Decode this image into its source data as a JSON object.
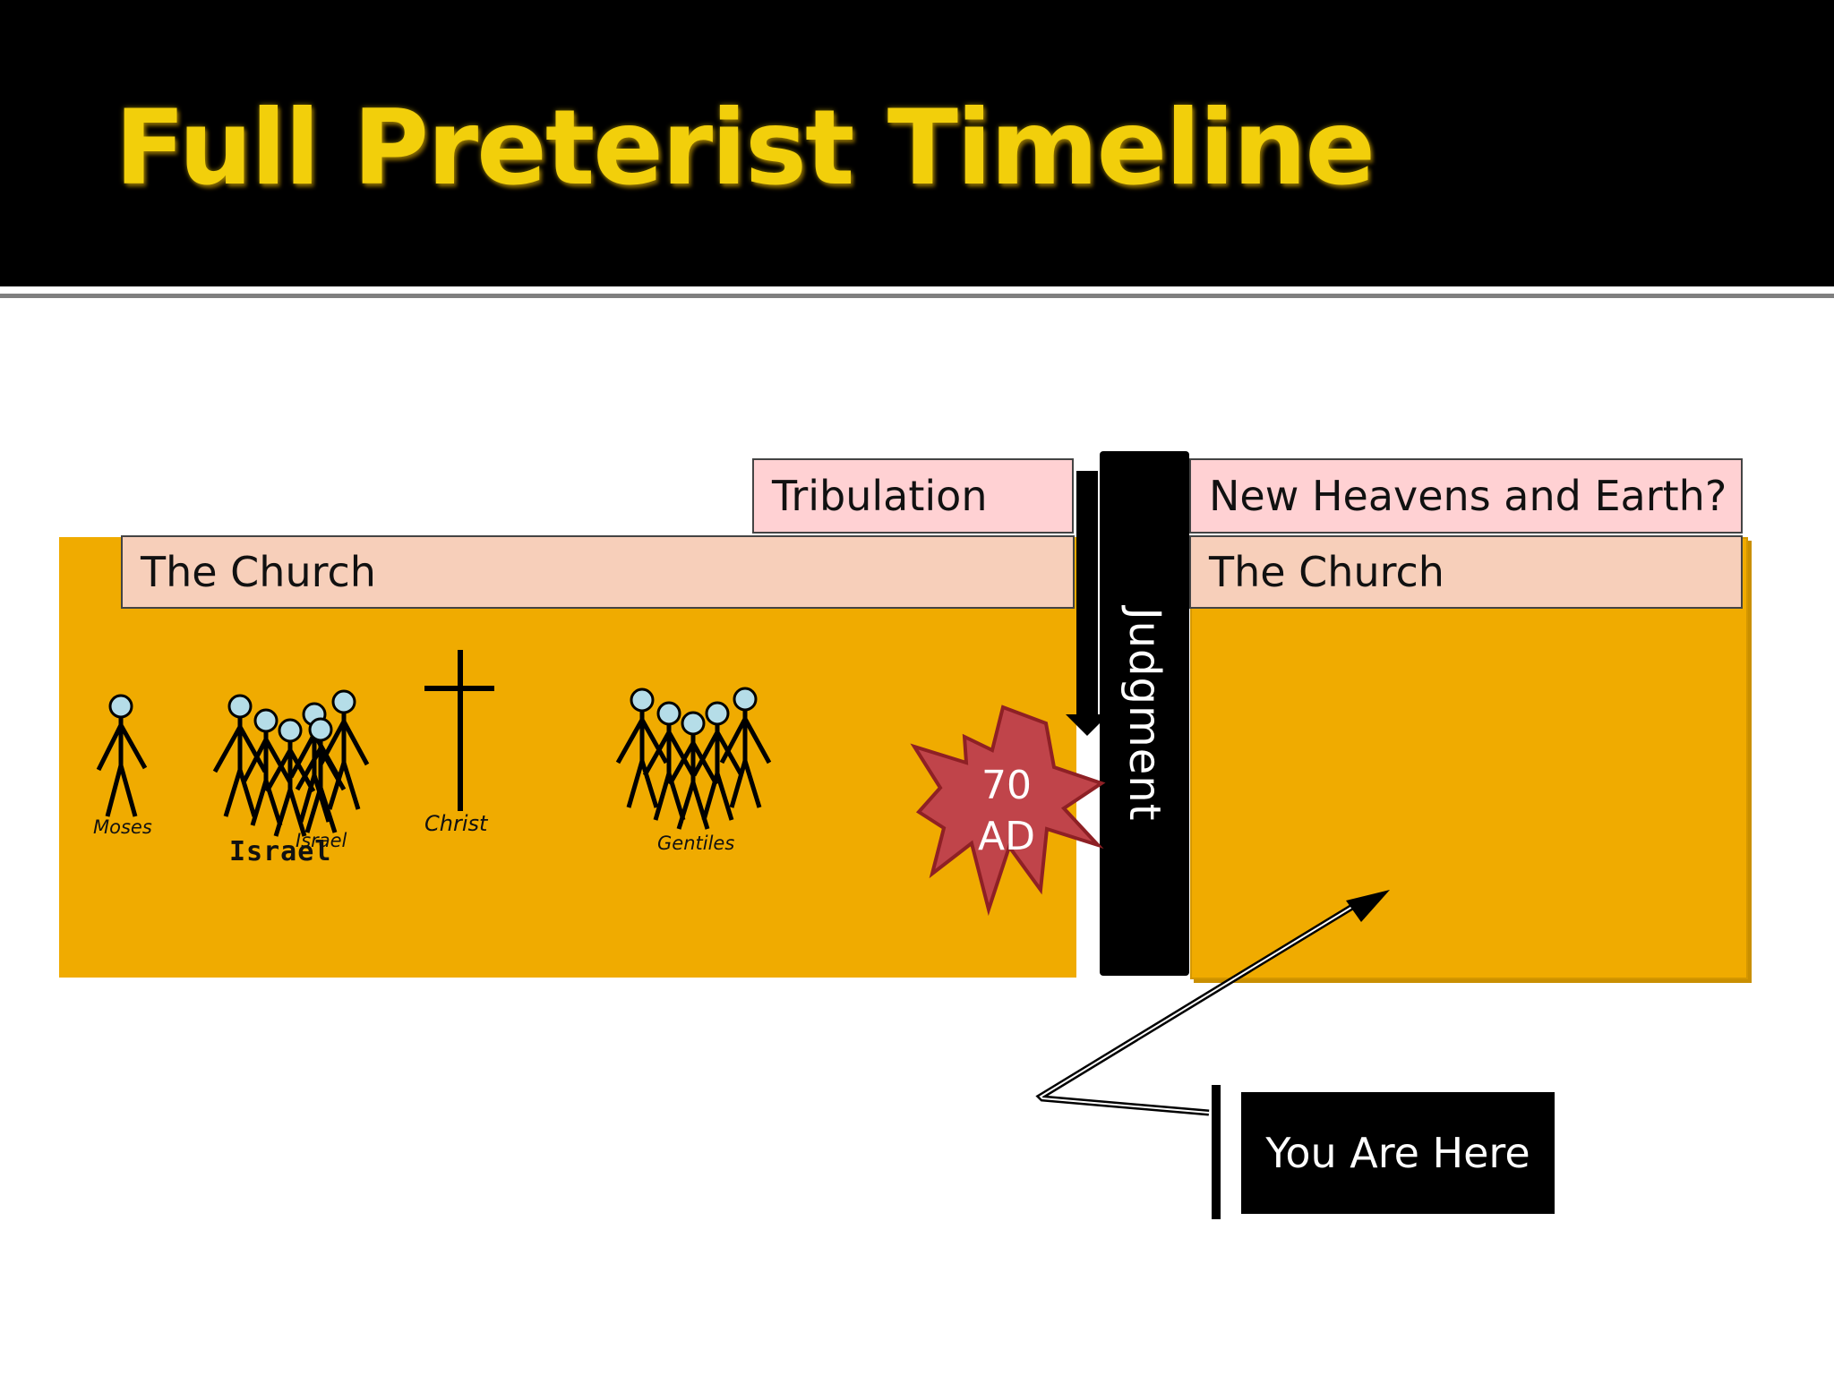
{
  "slide": {
    "title": "Full Preterist Timeline"
  },
  "timeline": {
    "tribulation_label": "Tribulation",
    "church_label_left": "The Church",
    "judgment_label": "Judgment",
    "new_heavens_label": "New Heavens and Earth?",
    "church_label_right": "The Church",
    "event_line1": "70",
    "event_line2": "AD",
    "pointer_label": "You Are Here"
  },
  "figures": {
    "moses": "Moses",
    "israel_small": "Israel",
    "israel_large": "Israel",
    "christ": "Christ",
    "gentiles": "Gentiles"
  },
  "colors": {
    "title_text": "#f2cf0b",
    "era_fill": "#f0ab00",
    "tribulation_fill": "#ffd1d3",
    "church_fill": "#f7cfba",
    "starburst_fill": "#c0444a",
    "figure_head": "#b5dde8"
  }
}
